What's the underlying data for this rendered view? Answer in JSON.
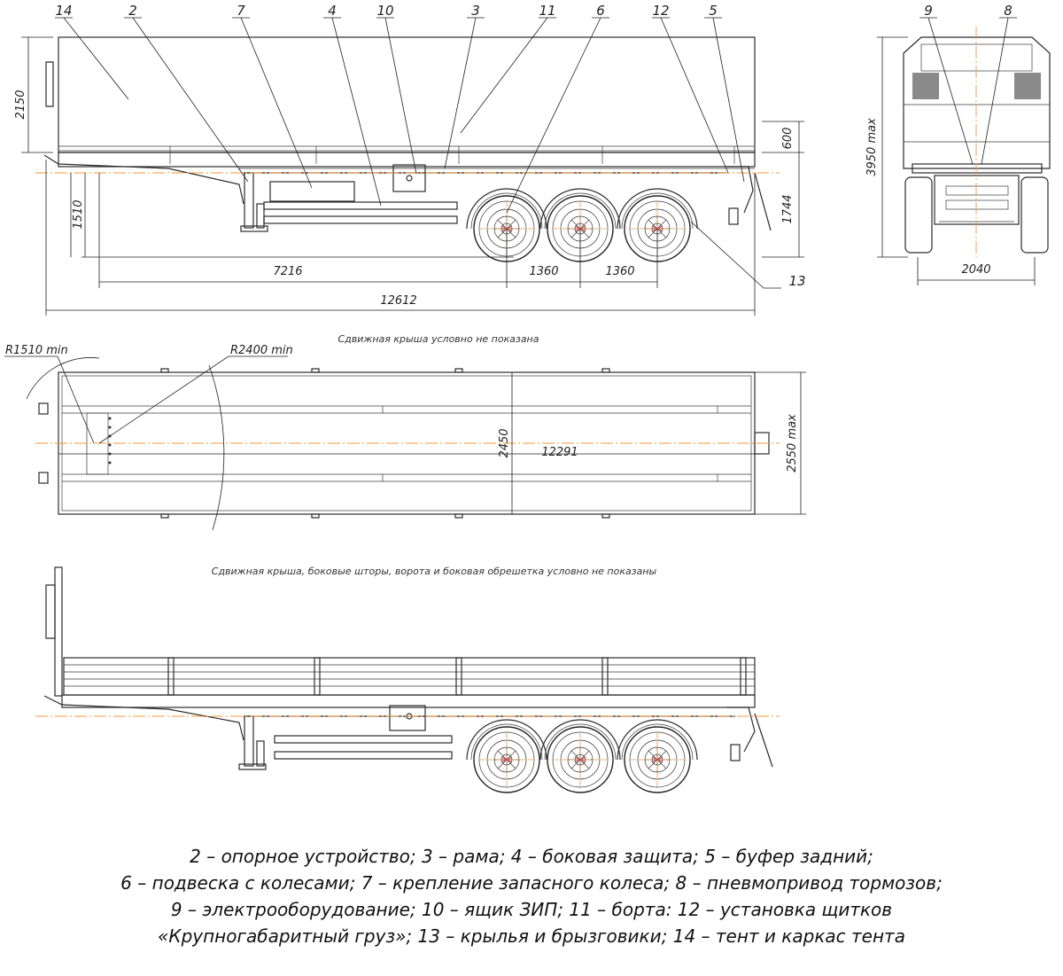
{
  "side_view": {
    "callouts": [
      "14",
      "2",
      "7",
      "4",
      "10",
      "3",
      "11",
      "6",
      "12",
      "5",
      "13"
    ],
    "dims": {
      "height_tarp": "2150",
      "side_height": "600",
      "platform_height": "1744",
      "fifth_wheel_height": "1510",
      "kingpin_to_axle": "7216",
      "axle_spacing_1": "1360",
      "axle_spacing_2": "1360",
      "total_length": "12612"
    }
  },
  "rear_view": {
    "callouts": [
      "9",
      "8"
    ],
    "dims": {
      "max_height": "3950 max",
      "track": "2040"
    }
  },
  "top_view": {
    "note": "Сдвижная крыша условно не показана",
    "dims": {
      "radius_min": "R1510 min",
      "radius_swing": "R2400 min",
      "inner_width": "2450",
      "inner_length": "12291",
      "max_width": "2550 max"
    }
  },
  "open_view": {
    "note": "Сдвижная крыша, боковые шторы, ворота и боковая обрешетка условно не показаны"
  },
  "legend": [
    "2 – опорное устройство; 3 – рама; 4 – боковая защита; 5 – буфер задний;",
    "6 – подвеска с колесами; 7 – крепление запасного колеса; 8 – пневмопривод тормозов;",
    "9 – электрооборудование; 10 – ящик ЗИП; 11 – борта: 12 – установка щитков",
    "«Крупногабаритный груз»; 13 – крылья и брызговики; 14 – тент и каркас тента"
  ],
  "colors": {
    "line": "#2b2b2b",
    "centerline": "#f39a3a",
    "background": "#ffffff"
  }
}
